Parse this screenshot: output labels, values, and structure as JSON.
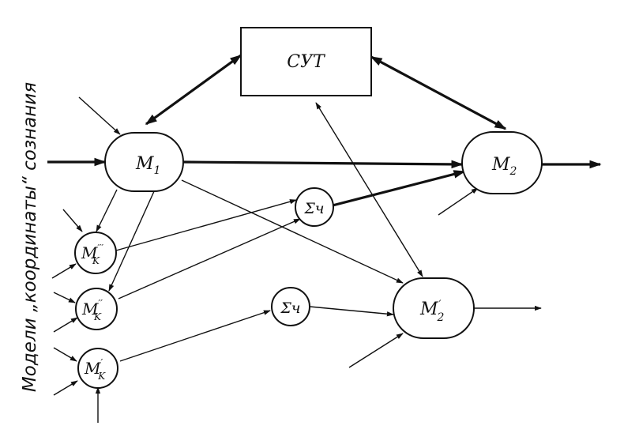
{
  "diagram": {
    "side_label": "Модели „координаты“ сознания",
    "nodes": {
      "sut": {
        "label": "СУТ"
      },
      "m1": {
        "base": "M",
        "sub": "1"
      },
      "m2": {
        "base": "M",
        "sub": "2"
      },
      "m2p": {
        "base": "M",
        "sub": "2",
        "sup": "′"
      },
      "sum_upper": {
        "label": "Σч"
      },
      "sum_lower": {
        "label": "Σч"
      },
      "mk3": {
        "base": "M",
        "sub": "K",
        "sup": "′′′"
      },
      "mk2": {
        "base": "M",
        "sub": "K",
        "sup": "′′"
      },
      "mk1": {
        "base": "M",
        "sub": "K",
        "sup": "′"
      }
    }
  }
}
